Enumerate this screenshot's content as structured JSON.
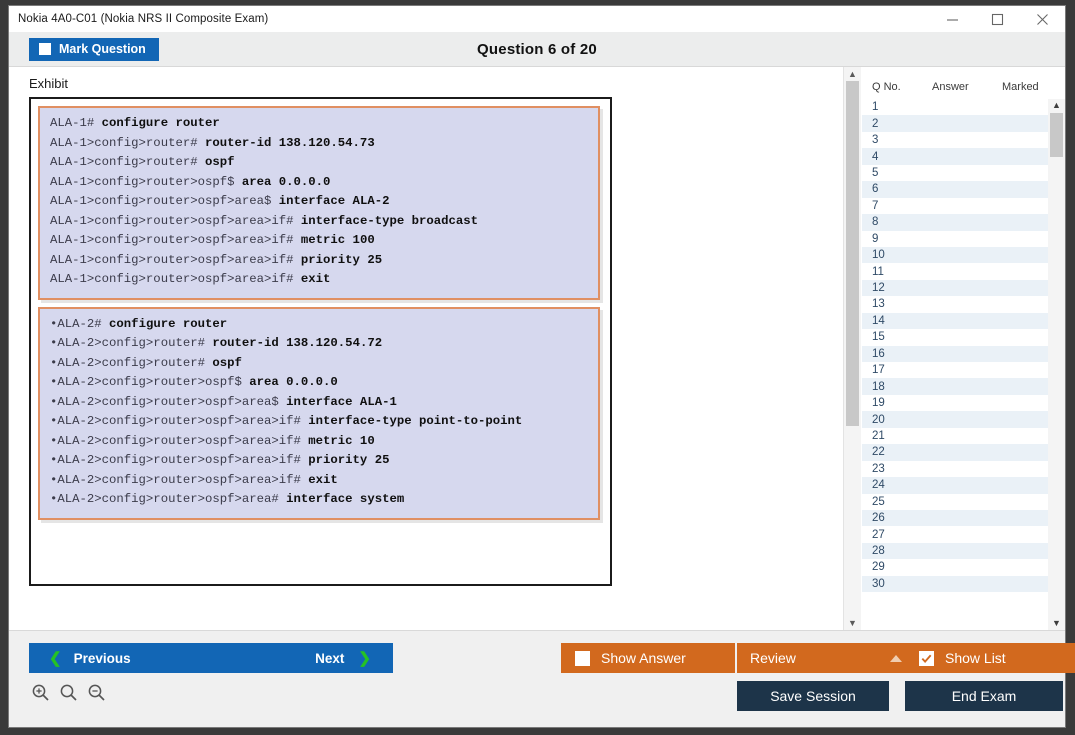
{
  "window": {
    "title": "Nokia 4A0-C01 (Nokia NRS II Composite Exam)",
    "controls": {
      "minimize": "minimize-icon",
      "maximize": "maximize-icon",
      "close": "close-icon"
    }
  },
  "header": {
    "mark_question_label": "Mark Question",
    "question_title": "Question 6 of 20"
  },
  "main": {
    "exhibit_label": "Exhibit",
    "code_blocks": [
      {
        "lines": [
          {
            "prompt": "ALA-1# ",
            "command": "configure router"
          },
          {
            "prompt": "ALA-1>config>router# ",
            "command": "router-id 138.120.54.73"
          },
          {
            "prompt": "ALA-1>config>router# ",
            "command": "ospf"
          },
          {
            "prompt": "ALA-1>config>router>ospf$ ",
            "command": "area 0.0.0.0"
          },
          {
            "prompt": "ALA-1>config>router>ospf>area$ ",
            "command": "interface ALA-2"
          },
          {
            "prompt": "ALA-1>config>router>ospf>area>if# ",
            "command": "interface-type broadcast"
          },
          {
            "prompt": "ALA-1>config>router>ospf>area>if# ",
            "command": "metric 100"
          },
          {
            "prompt": "ALA-1>config>router>ospf>area>if# ",
            "command": "priority 25"
          },
          {
            "prompt": "ALA-1>config>router>ospf>area>if# ",
            "command": "exit"
          }
        ]
      },
      {
        "lines": [
          {
            "prompt": "•ALA-2# ",
            "command": "configure router"
          },
          {
            "prompt": "•ALA-2>config>router# ",
            "command": "router-id 138.120.54.72"
          },
          {
            "prompt": "•ALA-2>config>router# ",
            "command": "ospf"
          },
          {
            "prompt": "•ALA-2>config>router>ospf$ ",
            "command": "area 0.0.0.0"
          },
          {
            "prompt": "•ALA-2>config>router>ospf>area$ ",
            "command": "interface ALA-1"
          },
          {
            "prompt": "•ALA-2>config>router>ospf>area>if# ",
            "command": "interface-type point-to-point"
          },
          {
            "prompt": "•ALA-2>config>router>ospf>area>if# ",
            "command": "metric 10"
          },
          {
            "prompt": "•ALA-2>config>router>ospf>area>if# ",
            "command": "priority 25"
          },
          {
            "prompt": "•ALA-2>config>router>ospf>area>if# ",
            "command": "exit"
          },
          {
            "prompt": "•ALA-2>config>router>ospf>area# ",
            "command": "interface system"
          }
        ]
      }
    ]
  },
  "question_list": {
    "columns": [
      "Q No.",
      "Answer",
      "Marked"
    ],
    "rows": [
      {
        "no": "1",
        "answer": "",
        "marked": ""
      },
      {
        "no": "2",
        "answer": "",
        "marked": ""
      },
      {
        "no": "3",
        "answer": "",
        "marked": ""
      },
      {
        "no": "4",
        "answer": "",
        "marked": ""
      },
      {
        "no": "5",
        "answer": "",
        "marked": ""
      },
      {
        "no": "6",
        "answer": "",
        "marked": ""
      },
      {
        "no": "7",
        "answer": "",
        "marked": ""
      },
      {
        "no": "8",
        "answer": "",
        "marked": ""
      },
      {
        "no": "9",
        "answer": "",
        "marked": ""
      },
      {
        "no": "10",
        "answer": "",
        "marked": ""
      },
      {
        "no": "11",
        "answer": "",
        "marked": ""
      },
      {
        "no": "12",
        "answer": "",
        "marked": ""
      },
      {
        "no": "13",
        "answer": "",
        "marked": ""
      },
      {
        "no": "14",
        "answer": "",
        "marked": ""
      },
      {
        "no": "15",
        "answer": "",
        "marked": ""
      },
      {
        "no": "16",
        "answer": "",
        "marked": ""
      },
      {
        "no": "17",
        "answer": "",
        "marked": ""
      },
      {
        "no": "18",
        "answer": "",
        "marked": ""
      },
      {
        "no": "19",
        "answer": "",
        "marked": ""
      },
      {
        "no": "20",
        "answer": "",
        "marked": ""
      },
      {
        "no": "21",
        "answer": "",
        "marked": ""
      },
      {
        "no": "22",
        "answer": "",
        "marked": ""
      },
      {
        "no": "23",
        "answer": "",
        "marked": ""
      },
      {
        "no": "24",
        "answer": "",
        "marked": ""
      },
      {
        "no": "25",
        "answer": "",
        "marked": ""
      },
      {
        "no": "26",
        "answer": "",
        "marked": ""
      },
      {
        "no": "27",
        "answer": "",
        "marked": ""
      },
      {
        "no": "28",
        "answer": "",
        "marked": ""
      },
      {
        "no": "29",
        "answer": "",
        "marked": ""
      },
      {
        "no": "30",
        "answer": "",
        "marked": ""
      }
    ]
  },
  "footer": {
    "previous_label": "Previous",
    "next_label": "Next",
    "show_answer_label": "Show Answer",
    "show_answer_checked": false,
    "review_label": "Review",
    "show_list_label": "Show List",
    "show_list_checked": true,
    "save_session_label": "Save Session",
    "end_exam_label": "End Exam",
    "zoom_icons": [
      "zoom-in-icon",
      "zoom-reset-icon",
      "zoom-out-icon"
    ]
  },
  "colors": {
    "primary_blue": "#1266b5",
    "accent_orange": "#d2691e",
    "navy": "#1d3449",
    "green_chevron": "#25c225",
    "code_bg": "#d6d8ee",
    "code_border": "#e08f62"
  }
}
